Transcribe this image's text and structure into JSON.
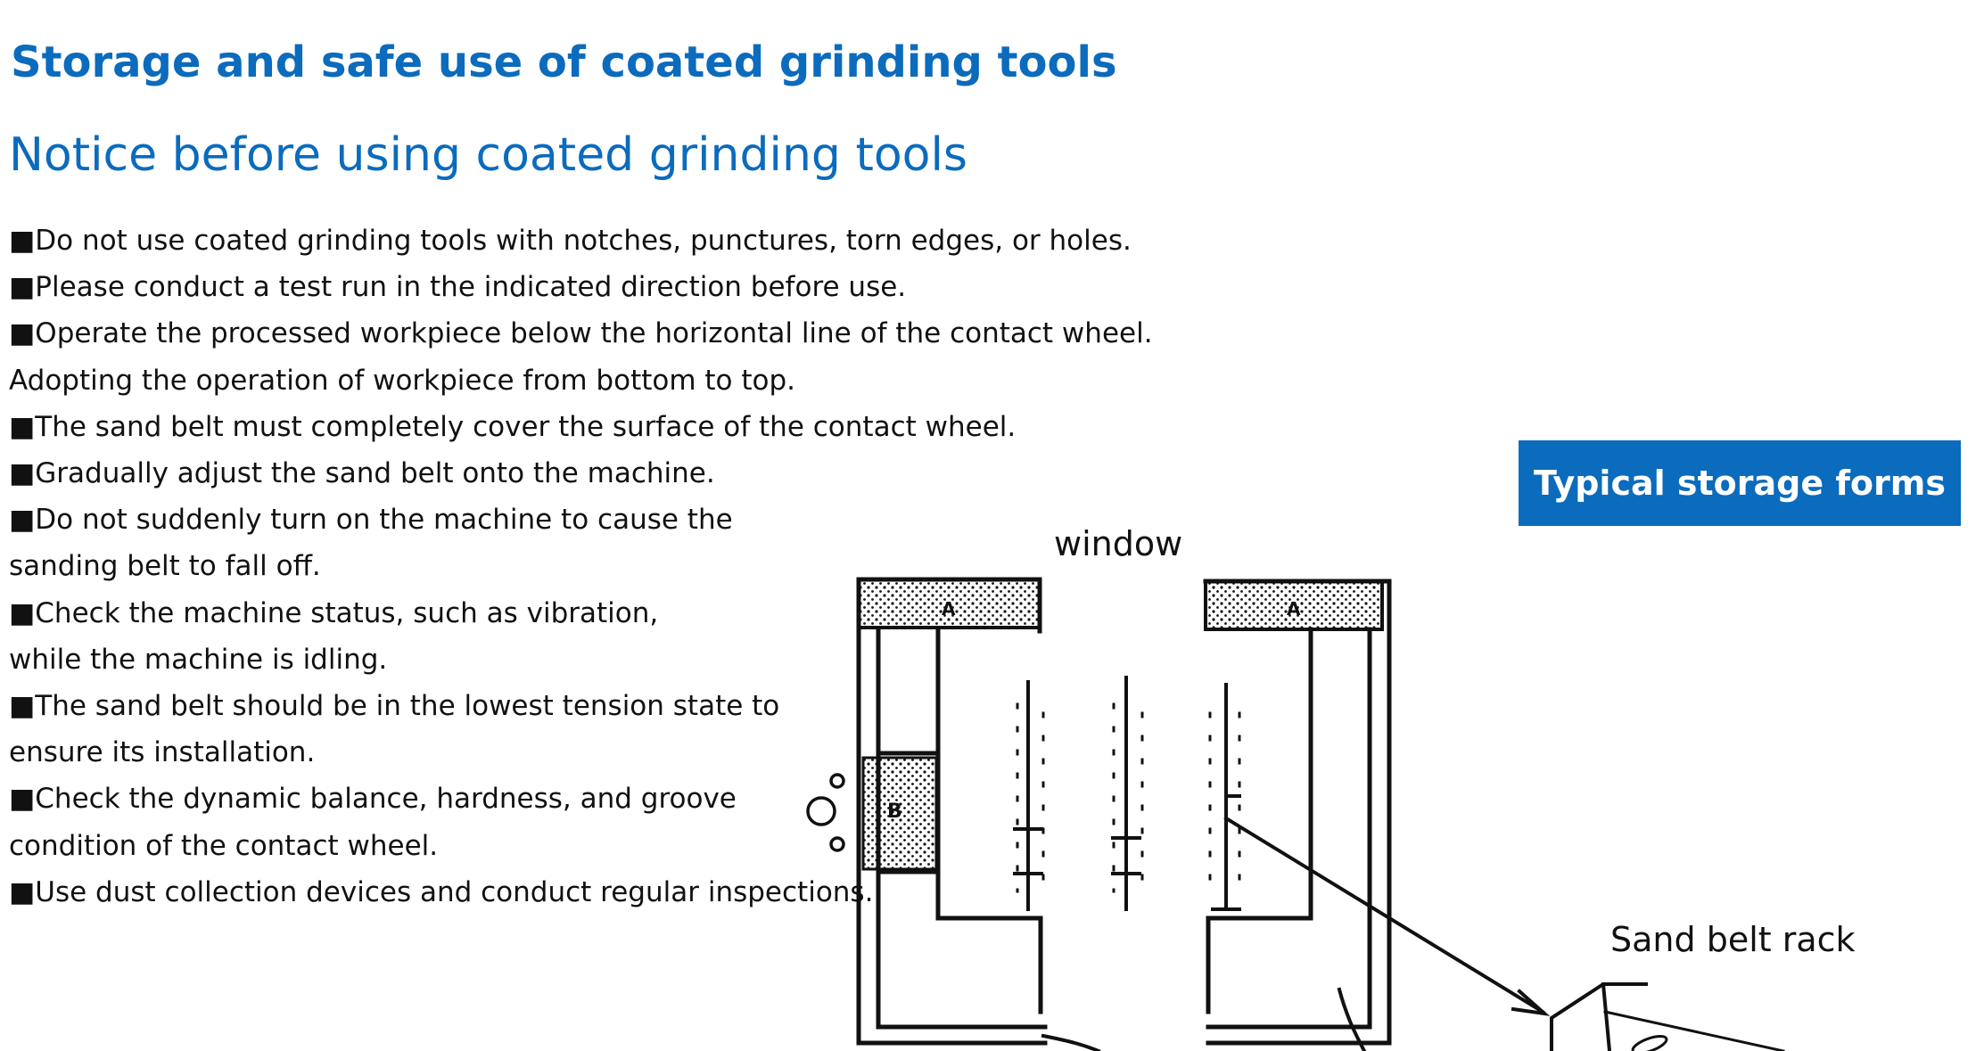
{
  "title": "Storage and safe use of coated grinding tools",
  "subtitle": "Notice before using coated grinding tools",
  "notices": [
    "■Do not use coated grinding tools with notches, punctures, torn edges, or holes.",
    "■Please conduct a test run in the indicated direction before use.",
    "■Operate the processed workpiece below the horizontal line of the contact wheel.",
    "Adopting the operation of workpiece from bottom to top.",
    "■The sand belt must completely cover the surface of the contact wheel.",
    "■Gradually adjust the sand belt onto the machine.",
    "■Do not suddenly turn on the machine to cause the",
    "sanding belt to fall off.",
    "■Check the machine status, such as vibration,",
    "while the machine is idling.",
    "■The sand belt should be in the lowest tension state to",
    "ensure its installation.",
    "■Check the dynamic balance, hardness, and groove",
    "condition of the contact wheel.",
    "■Use dust collection devices and conduct regular inspections."
  ],
  "storage_badge": "Typical storage forms",
  "diagram": {
    "window_label": "window",
    "rack_label": "Sand belt rack",
    "marker_a": "A",
    "marker_b": "B"
  },
  "colors": {
    "accent": "#0b6bbd",
    "text": "#111111",
    "background": "#ffffff"
  }
}
